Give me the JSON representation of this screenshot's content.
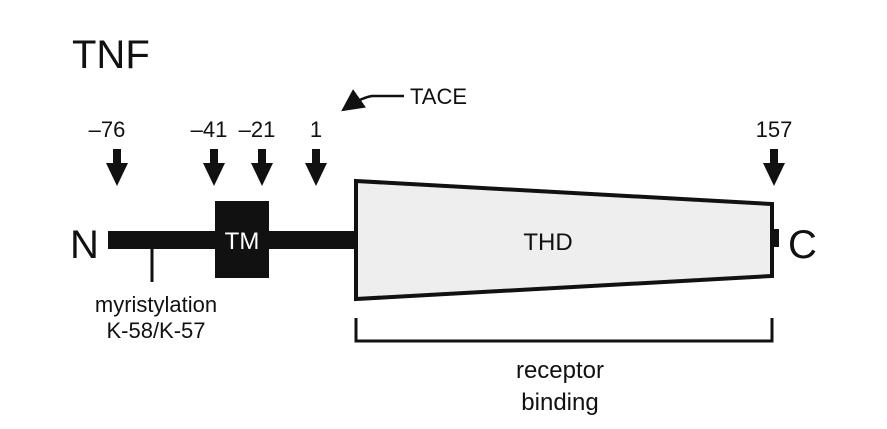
{
  "title": "TNF",
  "terminals": {
    "n": "N",
    "c": "C"
  },
  "domains": {
    "tm": "TM",
    "thd": "THD"
  },
  "positions": [
    {
      "id": "m76",
      "label": "–76"
    },
    {
      "id": "m41",
      "label": "–41"
    },
    {
      "id": "m21",
      "label": "–21"
    },
    {
      "id": "p1",
      "label": "1"
    },
    {
      "id": "p157",
      "label": "157"
    }
  ],
  "cleavage": {
    "enzyme": "TACE"
  },
  "annotations": {
    "myristylation_line1": "myristylation",
    "myristylation_line2": "K-58/K-57",
    "receptor_line1": "receptor",
    "receptor_line2": "binding"
  },
  "colors": {
    "ink": "#111111",
    "thd_fill": "#eeeeee"
  }
}
